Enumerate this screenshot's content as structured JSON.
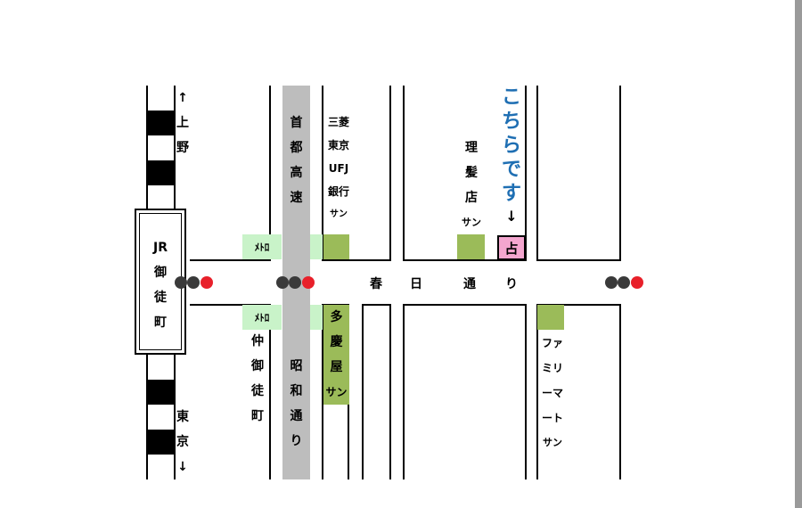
{
  "station": {
    "name": [
      "JR",
      "御",
      "徒",
      "町"
    ]
  },
  "directions": {
    "north": [
      "↑",
      "上",
      "野"
    ],
    "south": [
      "東",
      "京",
      "↓"
    ]
  },
  "roads": {
    "highway": [
      "首",
      "都",
      "高",
      "速"
    ],
    "showa": [
      "昭",
      "和",
      "通",
      "り"
    ],
    "kasuga": [
      "春",
      "日",
      "通",
      "り"
    ]
  },
  "areas": {
    "nakaokachimachi": [
      "仲",
      "御",
      "徒",
      "町"
    ]
  },
  "buildings": {
    "bank": [
      "三菱",
      "東京",
      "UFJ",
      "銀行",
      "サン"
    ],
    "barber": [
      "理",
      "髪",
      "店",
      "サン"
    ],
    "takeiya": [
      "多",
      "慶",
      "屋",
      "サン"
    ],
    "familymart": [
      "ファ",
      "ミリ",
      "ーマ",
      "ート",
      "サン"
    ]
  },
  "metro": {
    "label_top": "ﾒﾄﾛ",
    "label_bottom": "ﾒﾄﾛ"
  },
  "destination": {
    "text": [
      "こ",
      "ち",
      "ら",
      "で",
      "す"
    ],
    "arrow": "↓",
    "marker": "占"
  },
  "colors": {
    "highway": "#bdbdbd",
    "metro_entrance": "#c9f3c9",
    "building_marker": "#9bbb59",
    "destination_marker": "#f4a6cf",
    "destination_text": "#1f6fb3",
    "signal_dark": "#3a3a3a",
    "signal_red": "#e8202a"
  },
  "icons": {
    "traffic_light": "traffic-light-icon"
  }
}
